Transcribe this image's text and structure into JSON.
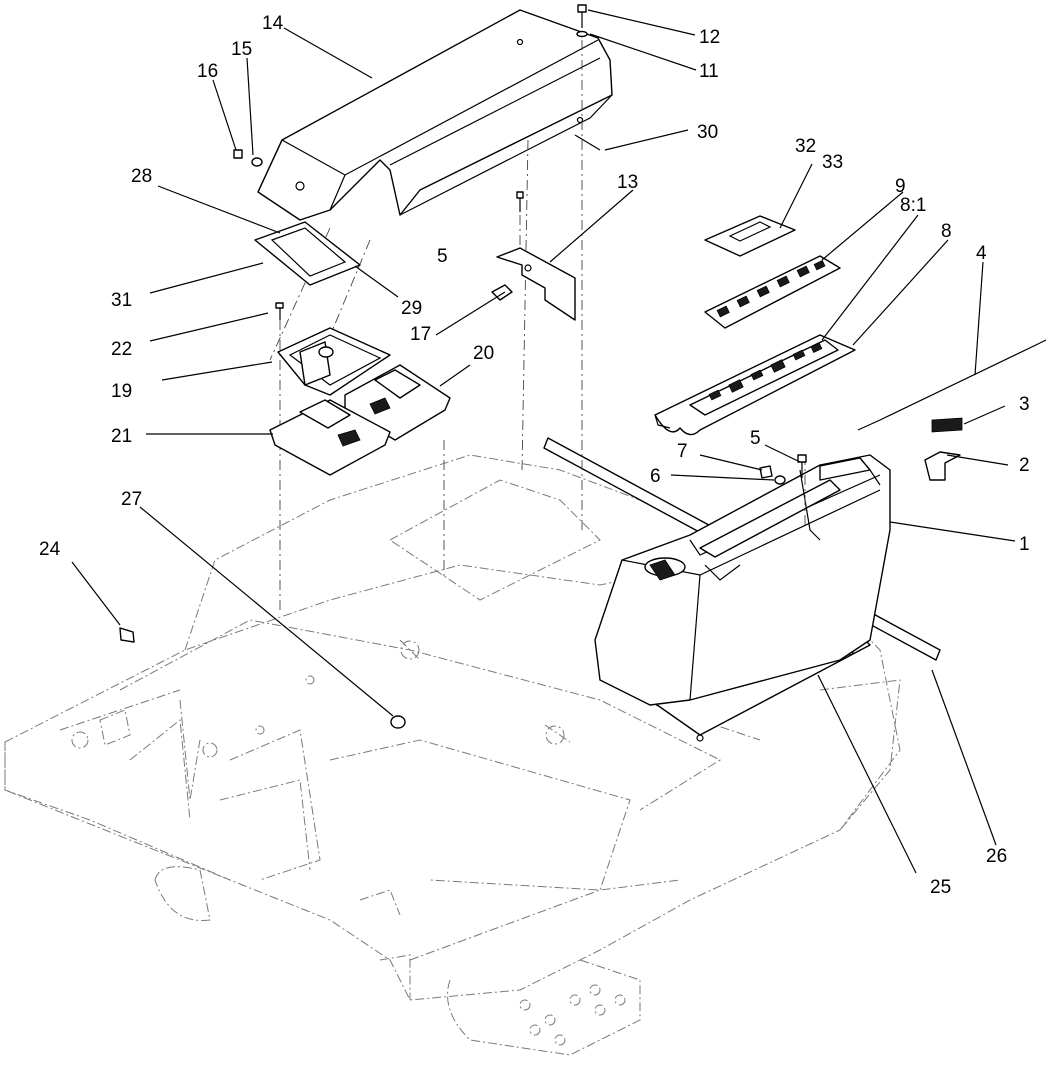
{
  "callouts": [
    {
      "id": "c1",
      "text": "1"
    },
    {
      "id": "c2",
      "text": "2"
    },
    {
      "id": "c3",
      "text": "3"
    },
    {
      "id": "c4",
      "text": "4"
    },
    {
      "id": "c5a",
      "text": "5"
    },
    {
      "id": "c5b",
      "text": "5"
    },
    {
      "id": "c6",
      "text": "6"
    },
    {
      "id": "c7",
      "text": "7"
    },
    {
      "id": "c8",
      "text": "8"
    },
    {
      "id": "c81",
      "text": "8:1"
    },
    {
      "id": "c9",
      "text": "9"
    },
    {
      "id": "c11",
      "text": "11"
    },
    {
      "id": "c12",
      "text": "12"
    },
    {
      "id": "c13",
      "text": "13"
    },
    {
      "id": "c14",
      "text": "14"
    },
    {
      "id": "c15",
      "text": "15"
    },
    {
      "id": "c16",
      "text": "16"
    },
    {
      "id": "c17",
      "text": "17"
    },
    {
      "id": "c19",
      "text": "19"
    },
    {
      "id": "c20",
      "text": "20"
    },
    {
      "id": "c21",
      "text": "21"
    },
    {
      "id": "c22",
      "text": "22"
    },
    {
      "id": "c24",
      "text": "24"
    },
    {
      "id": "c25",
      "text": "25"
    },
    {
      "id": "c26",
      "text": "26"
    },
    {
      "id": "c27",
      "text": "27"
    },
    {
      "id": "c28",
      "text": "28"
    },
    {
      "id": "c29",
      "text": "29"
    },
    {
      "id": "c30",
      "text": "30"
    },
    {
      "id": "c31",
      "text": "31"
    },
    {
      "id": "c32",
      "text": "32"
    },
    {
      "id": "c33",
      "text": "33"
    }
  ]
}
